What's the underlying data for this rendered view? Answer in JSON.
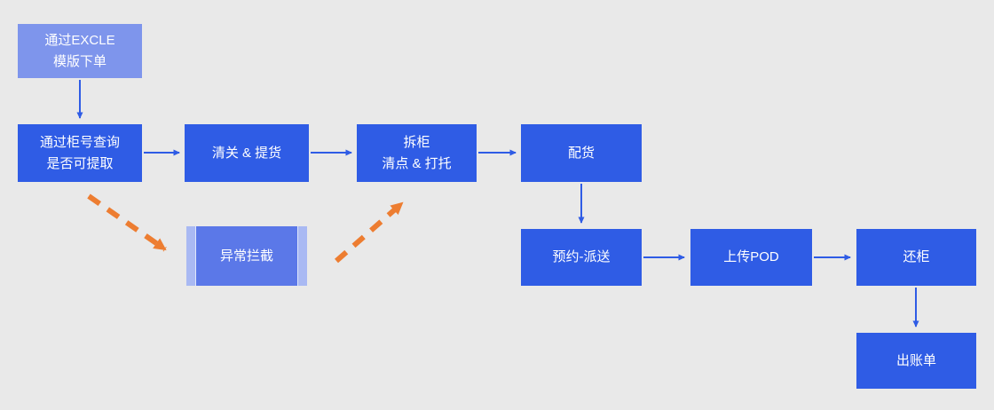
{
  "flowchart": {
    "background_color": "#e9e9e9",
    "colors": {
      "primary_box": "#2f5ce5",
      "start_box": "#7e95ec",
      "exception_box_center": "#5b78e8",
      "exception_box_sides": "#a9b9f3",
      "flow_arrow": "#2f5ce5",
      "exception_arrow": "#ed7d31",
      "text": "#ffffff"
    },
    "nodes": {
      "excel_order": {
        "line1": "通过EXCLE",
        "line2": "模版下单"
      },
      "container_query": {
        "line1": "通过柜号查询",
        "line2": "是否可提取"
      },
      "customs_pickup": {
        "line1": "清关 & 提货"
      },
      "unload_container": {
        "line1": "拆柜",
        "line2": "清点 & 打托"
      },
      "allocation": {
        "line1": "配货"
      },
      "appointment_delivery": {
        "line1": "预约-派送"
      },
      "upload_pod": {
        "line1": "上传POD"
      },
      "return_container": {
        "line1": "还柜"
      },
      "billing": {
        "line1": "出账单"
      },
      "exception_intercept": {
        "line1": "异常拦截"
      }
    }
  }
}
